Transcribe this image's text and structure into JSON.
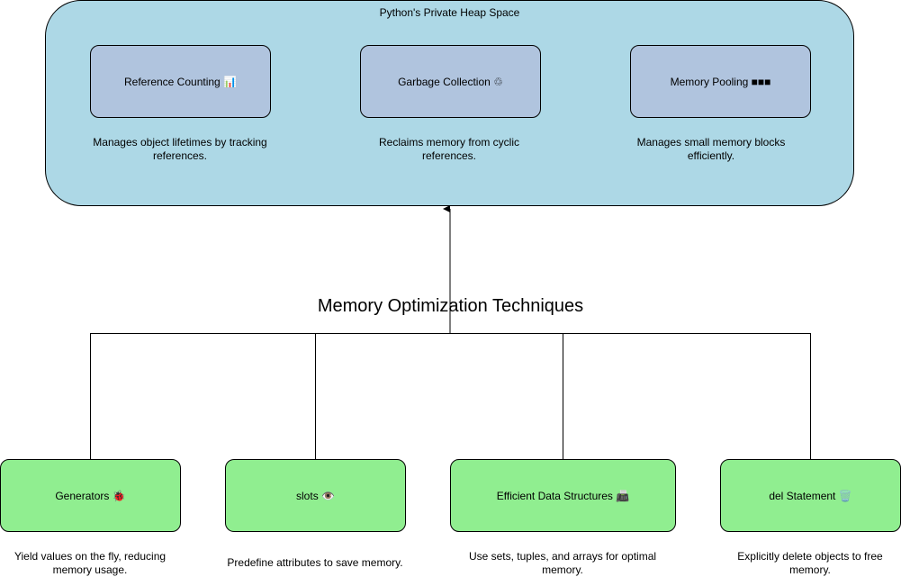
{
  "heap": {
    "title": "Python's Private Heap Space",
    "components": [
      {
        "label": "Reference Counting 📊",
        "desc": "Manages object lifetimes by tracking references."
      },
      {
        "label": "Garbage Collection ♲",
        "desc": "Reclaims memory from cyclic references."
      },
      {
        "label": "Memory Pooling ■■■",
        "desc": "Manages small memory blocks efficiently."
      }
    ]
  },
  "techniques": {
    "title": "Memory Optimization Techniques",
    "items": [
      {
        "label": "Generators 🐞",
        "desc": "Yield values on the fly, reducing memory usage."
      },
      {
        "label": "slots 👁️",
        "desc": "Predefine attributes to save memory."
      },
      {
        "label": "Efficient Data Structures 📠",
        "desc": "Use sets, tuples, and arrays for optimal memory."
      },
      {
        "label": "del Statement 🗑️",
        "desc": "Explicitly delete objects to free memory."
      }
    ]
  },
  "colors": {
    "heap_bg": "#add8e6",
    "component_bg": "#b0c4de",
    "technique_bg": "#90ee90"
  }
}
